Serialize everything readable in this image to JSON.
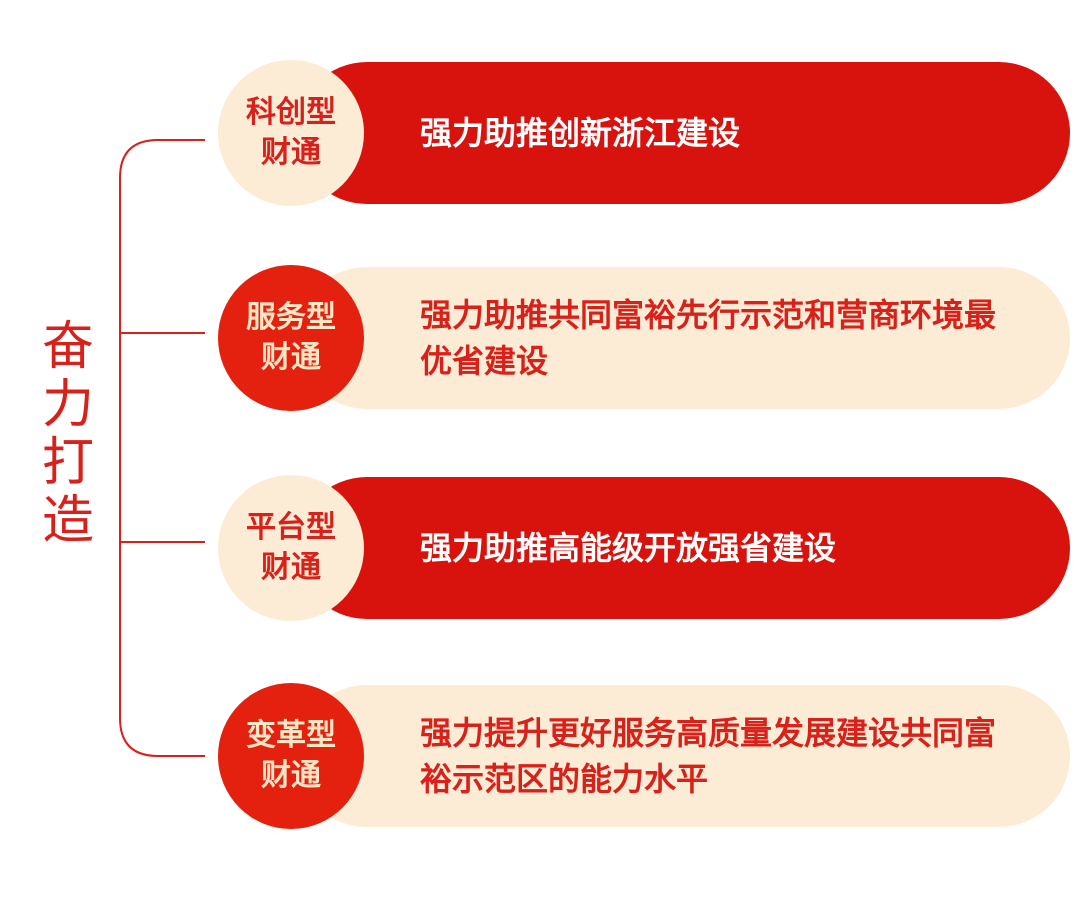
{
  "side_label": "奋力打造",
  "rows": [
    {
      "badge_line1": "科创型",
      "badge_line2": "财通",
      "text": "强力助推创新浙江建设"
    },
    {
      "badge_line1": "服务型",
      "badge_line2": "财通",
      "text": "强力助推共同富裕先行示范和营商环境最优省建设"
    },
    {
      "badge_line1": "平台型",
      "badge_line2": "财通",
      "text": "强力助推高能级开放强省建设"
    },
    {
      "badge_line1": "变革型",
      "badge_line2": "财通",
      "text": "强力提升更好服务高质量发展建设共同富裕示范区的能力水平"
    }
  ],
  "colors": {
    "red": "#d8130e",
    "cream": "#fcecd5",
    "bracket_red": "#d8211a"
  }
}
